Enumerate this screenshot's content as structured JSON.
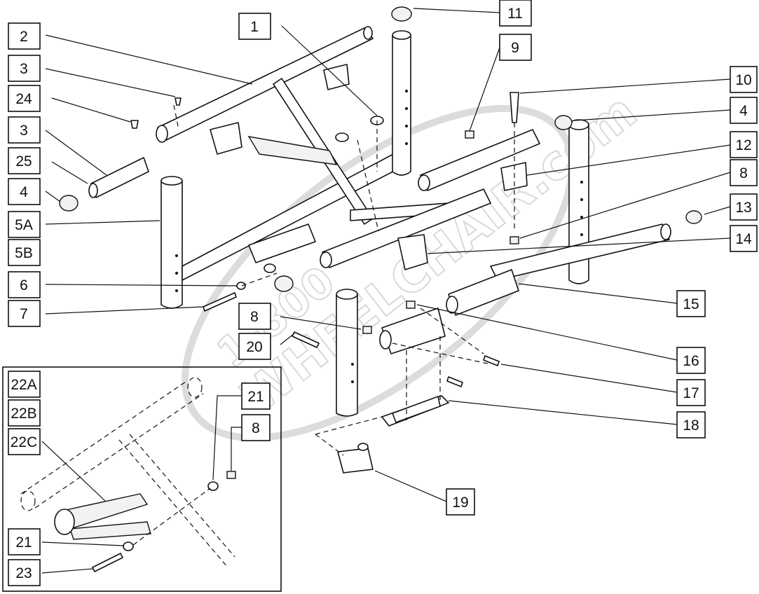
{
  "watermark": {
    "line1": "1-800",
    "line2": "WHEELCHAIR.com"
  },
  "callouts": {
    "c1": "1",
    "c2": "2",
    "c3a": "3",
    "c3b": "3",
    "c4a": "4",
    "c4b": "4",
    "c5a": "5A",
    "c5b": "5B",
    "c6": "6",
    "c7": "7",
    "c8a": "8",
    "c8b": "8",
    "c8c": "8",
    "c9": "9",
    "c10": "10",
    "c11": "11",
    "c12": "12",
    "c13": "13",
    "c14": "14",
    "c15": "15",
    "c16": "16",
    "c17": "17",
    "c18": "18",
    "c19": "19",
    "c20": "20",
    "c21a": "21",
    "c21b": "21",
    "c22a": "22A",
    "c22b": "22B",
    "c22c": "22C",
    "c23": "23",
    "c24": "24",
    "c25": "25"
  },
  "colors": {
    "line": "#111111",
    "background": "#ffffff",
    "watermark": "#d9d9d9"
  }
}
